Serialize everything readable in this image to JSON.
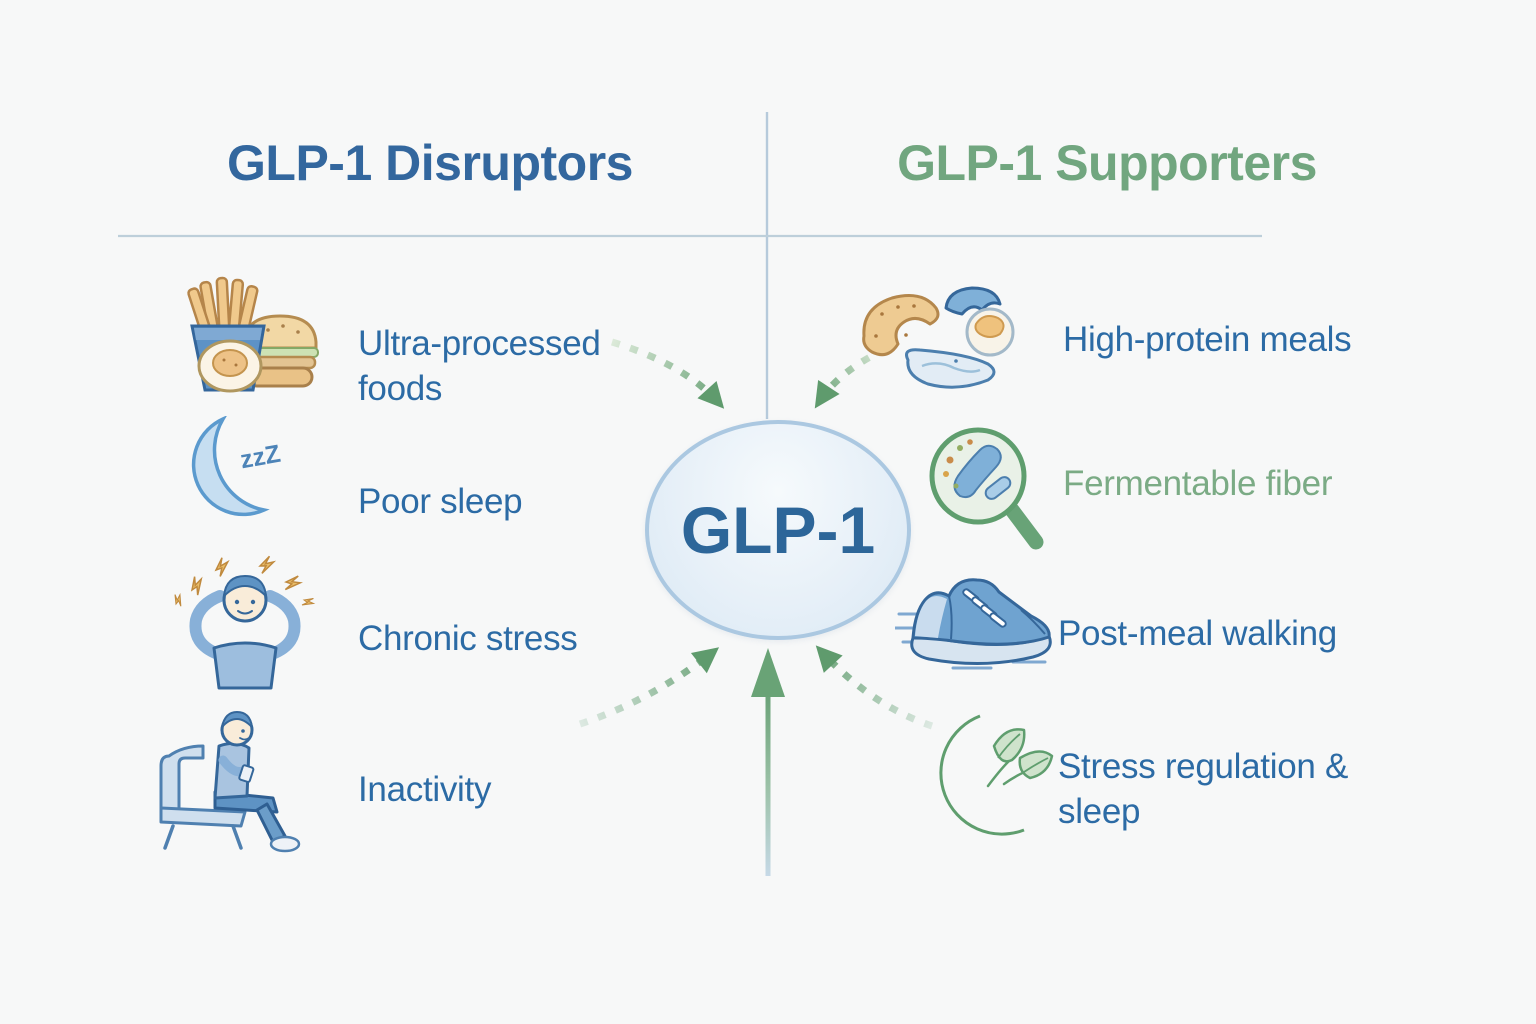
{
  "titles": {
    "left": "GLP-1 Disruptors",
    "right": "GLP-1 Supporters",
    "left_color": "#33679e",
    "right_color": "#71a67f"
  },
  "center": {
    "label": "GLP-1",
    "text_color": "#2d6699",
    "fill": "#e7f0f8",
    "border_color": "#abc8e1"
  },
  "disruptors": {
    "title": "GLP-1 Disruptors",
    "text_color": "#2c6ba5",
    "items": [
      {
        "label": "Ultra-processed foods",
        "icon": "fast-food-icon"
      },
      {
        "label": "Poor sleep",
        "icon": "moon-zzz-icon",
        "icon_text": "zzZ"
      },
      {
        "label": "Chronic stress",
        "icon": "stressed-person-icon"
      },
      {
        "label": "Inactivity",
        "icon": "person-sitting-icon"
      }
    ]
  },
  "supporters": {
    "title": "GLP-1 Supporters",
    "items": [
      {
        "label": "High-protein meals",
        "icon": "protein-foods-icon",
        "color": "#2c6ba5"
      },
      {
        "label": "Fermentable fiber",
        "icon": "microbiome-magnifier-icon",
        "color": "#7bab85"
      },
      {
        "label": "Post-meal walking",
        "icon": "running-shoe-icon",
        "color": "#2c6ba5"
      },
      {
        "label": "Stress regulation & sleep",
        "icon": "moon-leaves-icon",
        "color": "#2c6ba5"
      }
    ]
  },
  "connectors": {
    "arrow_color": "#6da47a",
    "divider_color": "#b6cadb",
    "rule_color": "#bdcfda",
    "count_dashed": 4,
    "count_solid": 1
  }
}
